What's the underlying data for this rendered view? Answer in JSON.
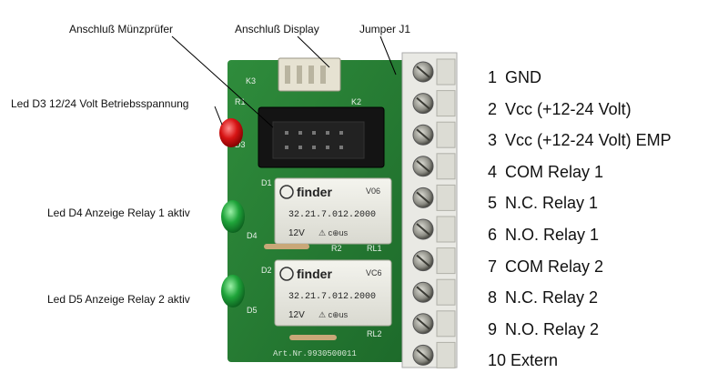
{
  "labels": {
    "coin_connector": "Anschluß Münzprüfer",
    "display_connector": "Anschluß Display",
    "jumper": "Jumper J1",
    "led_d3": "Led D3 12/24 Volt Betriebsspannung",
    "led_d4": "Led D4 Anzeige Relay 1 aktiv",
    "led_d5": "Led D5 Anzeige Relay 2 aktiv"
  },
  "terminals": [
    {
      "num": "1",
      "text": "GND"
    },
    {
      "num": "2",
      "text": "Vcc (+12-24 Volt)"
    },
    {
      "num": "3",
      "text": "Vcc (+12-24 Volt) EMP"
    },
    {
      "num": "4",
      "text": "COM Relay 1"
    },
    {
      "num": "5",
      "text": "N.C. Relay 1"
    },
    {
      "num": "6",
      "text": "N.O. Relay 1"
    },
    {
      "num": "7",
      "text": "COM Relay 2"
    },
    {
      "num": "8",
      "text": "N.C. Relay 2"
    },
    {
      "num": "9",
      "text": "N.O. Relay 2"
    },
    {
      "num": "10",
      "text": "Extern"
    }
  ],
  "board": {
    "art_nr": "Art.Nr.9930500011",
    "k3": "K3",
    "k2": "K2",
    "r1": "R1",
    "r2": "R2",
    "d1": "D1",
    "d2": "D2",
    "d3": "D3",
    "d4": "D4",
    "d5": "D5",
    "rl1": "RL1",
    "rl2": "RL2",
    "relay1": {
      "brand": "finder",
      "model": "V06",
      "part": "32.21.7.012.2000",
      "voltage": "12V"
    },
    "relay2": {
      "brand": "finder",
      "model": "VC6",
      "part": "32.21.7.012.2000",
      "voltage": "12V"
    }
  }
}
